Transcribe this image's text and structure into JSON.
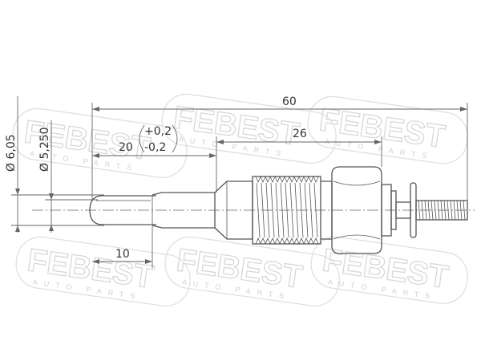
{
  "watermark": {
    "brand": "FEBEST",
    "tagline": "AUTO PARTS"
  },
  "dimensions": {
    "overall_length": "60",
    "thread_length": "26",
    "tip_offset": "20",
    "tolerance_plus": "+0,2",
    "tolerance_minus": "-0,2",
    "tip_length": "10",
    "diameter_outer": "Ø 6,05",
    "diameter_inner": "Ø 5,250"
  },
  "colors": {
    "line": "#555555",
    "watermark": "#d8d8d8"
  }
}
